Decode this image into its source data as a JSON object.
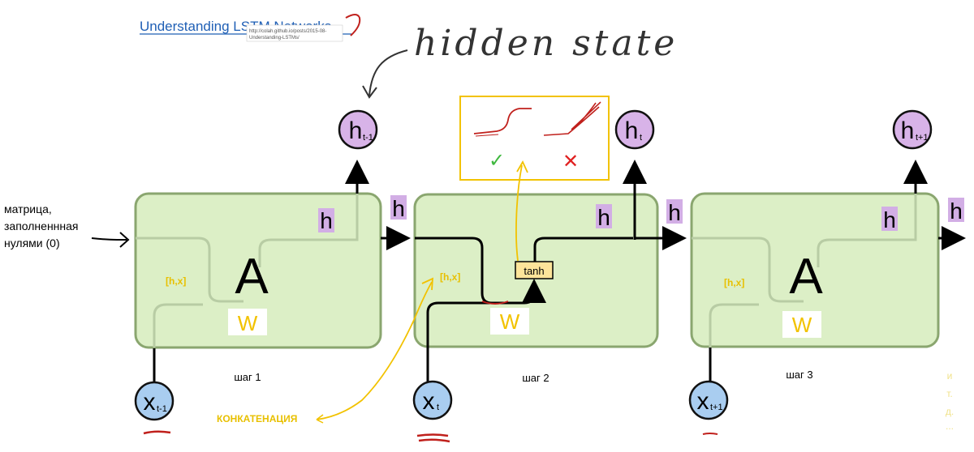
{
  "header": {
    "link_title": "Understanding LSTM Networks",
    "url_line1": "http://colah.github.io/posts/2015-08-",
    "url_line2": "Understanding-LSTMs/"
  },
  "annotation": {
    "hidden_state": "hidden state",
    "concat_label": "КОНКАТЕНАЦИЯ",
    "check_mark": "✓",
    "cross_mark": "✕"
  },
  "input_note": {
    "line1": "матрица,",
    "line2": "заполненнная",
    "line3": "нулями (0)"
  },
  "cells": [
    {
      "label": "A",
      "weight": "W",
      "concat": "[h,x]",
      "h_out": "h",
      "h_between": "h",
      "step": "шаг 1",
      "x_main": "x",
      "x_sub": "t-1",
      "h_top_main": "h",
      "h_top_sub": "t-1"
    },
    {
      "label": "",
      "weight": "W",
      "concat": "[h,x]",
      "h_out": "h",
      "h_between": "h",
      "step": "шаг 2",
      "x_main": "x",
      "x_sub": "t",
      "h_top_main": "h",
      "h_top_sub": "t",
      "activation": "tanh"
    },
    {
      "label": "A",
      "weight": "W",
      "concat": "[h,x]",
      "h_out": "h",
      "h_between": "h",
      "step": "шаг 3",
      "x_main": "x",
      "x_sub": "t+1",
      "h_top_main": "h",
      "h_top_sub": "t+1"
    }
  ],
  "etc": [
    "и",
    "т.",
    "д.",
    "..."
  ],
  "colors": {
    "cell_fill": "#dcefc6",
    "cell_stroke": "#8aa66f",
    "hidden_node": "#d8b3e8",
    "input_node": "#a9cdf0",
    "highlight_yellow": "#f2c200",
    "concat_yellow": "#e8c000",
    "tanh_fill": "#fde49a",
    "red_pen": "#c0201c",
    "link_blue": "#1f5fb5",
    "h_purple": "#d2aee5"
  }
}
